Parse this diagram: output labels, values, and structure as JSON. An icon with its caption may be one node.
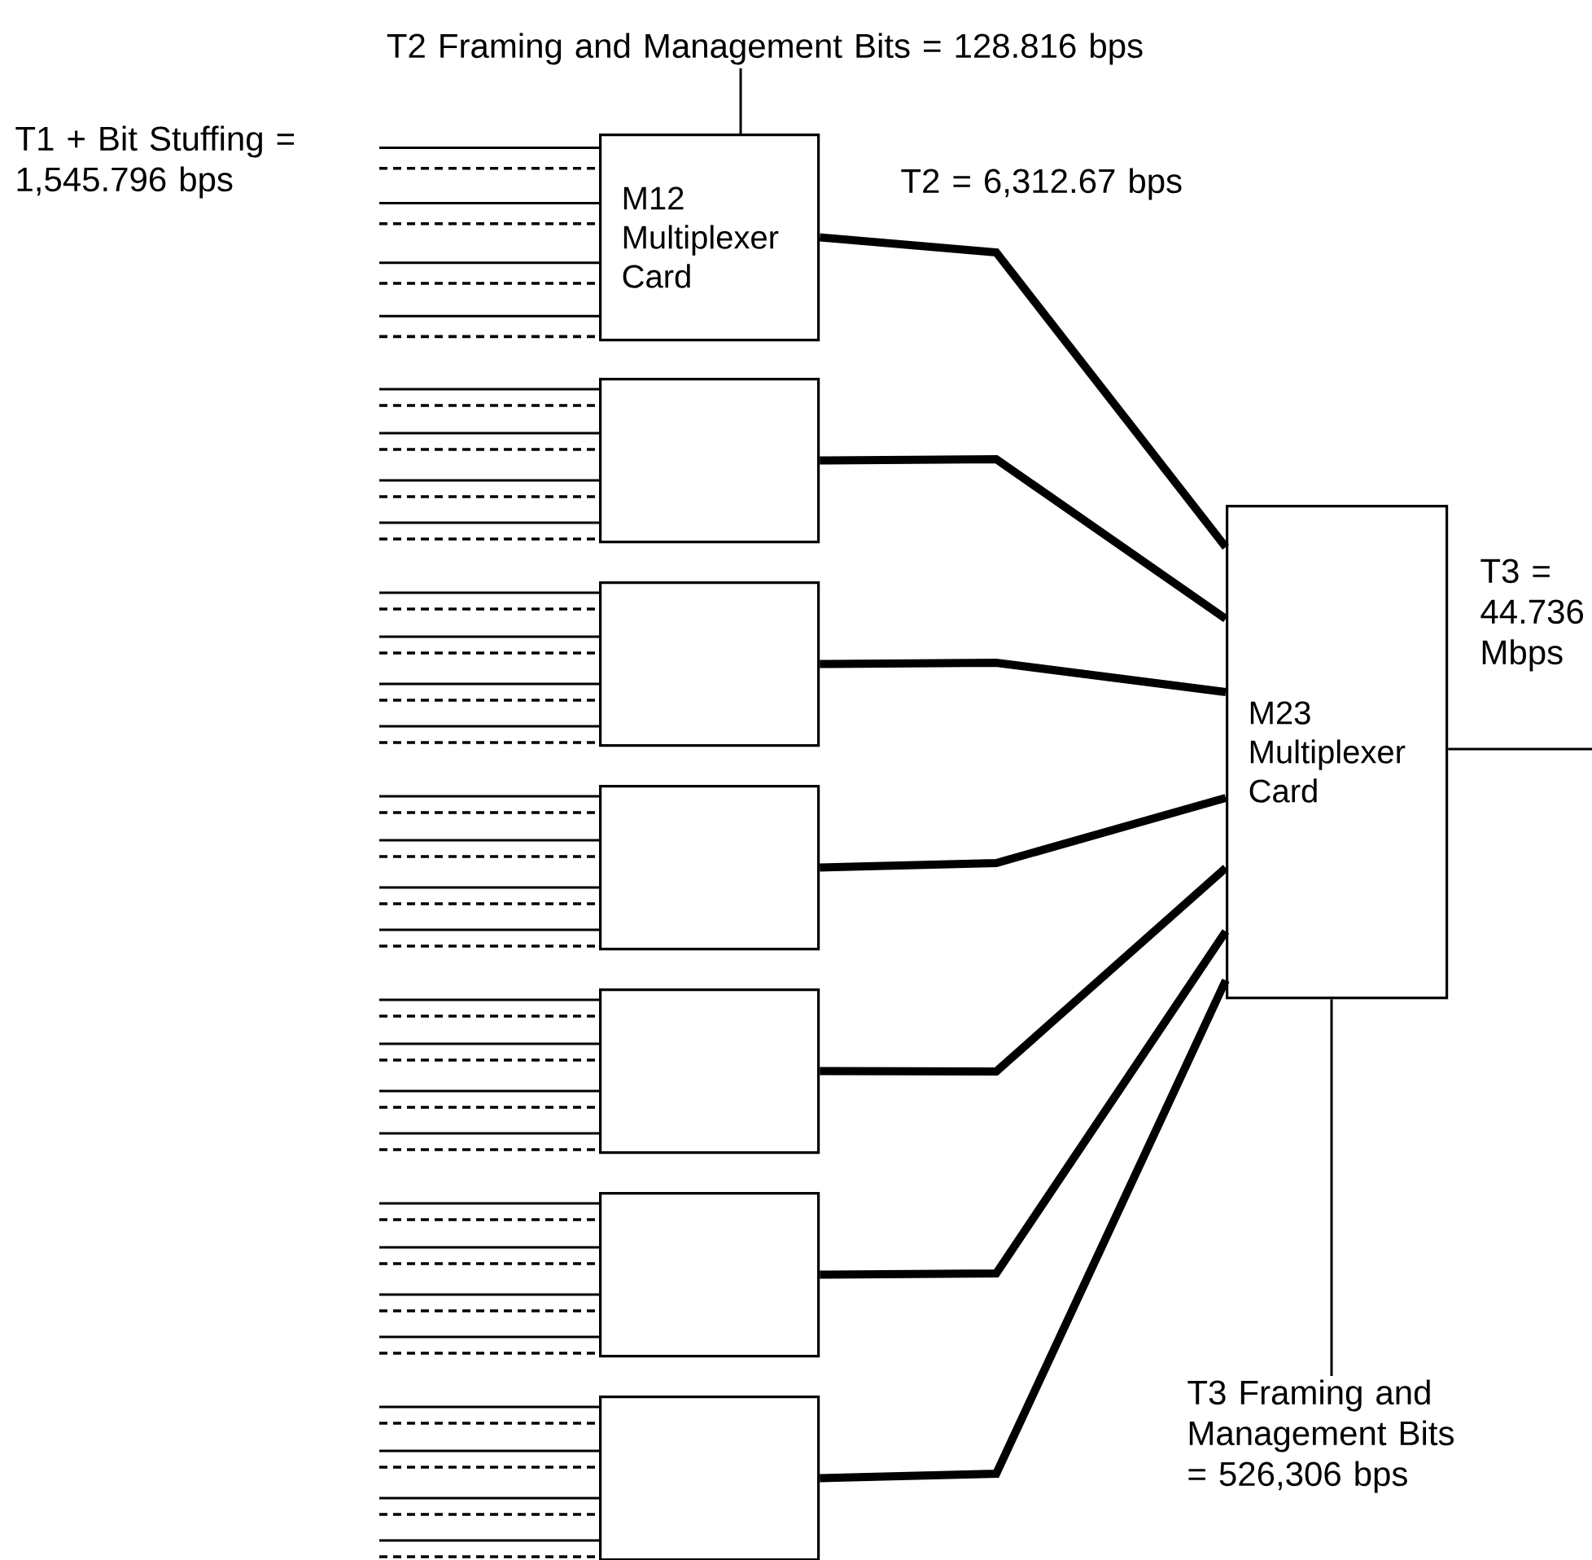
{
  "diagram": {
    "nodes": [
      {
        "text": [
          "M12 Multiplexer Card"
        ]
      },
      {
        "text": [],
        "shape": "box"
      },
      {
        "text": [],
        "shape": "box"
      },
      {
        "text": [],
        "shape": "box"
      },
      {
        "text": [],
        "shape": "box"
      },
      {
        "text": [],
        "shape": "box"
      },
      {
        "text": [],
        "shape": "box"
      },
      {
        "text": [
          "M23 Multiplexer Card"
        ]
      },
      {
        "text": [
          "T2 Framing and Management Bits = 128.816 bps"
        ]
      },
      {
        "text": [
          "T3 Framing and Management Bits = 526,306 bps"
        ]
      }
    ],
    "edges": [
      {
        "from": 0,
        "to": 7,
        "arrow": "none",
        "style": "thick",
        "label": "T2 = 6,312.67 bps"
      },
      {
        "from": 1,
        "to": 7,
        "arrow": "none",
        "style": "thick"
      },
      {
        "from": 2,
        "to": 7,
        "arrow": "none",
        "style": "thick"
      },
      {
        "from": 3,
        "to": 7,
        "arrow": "none",
        "style": "thick"
      },
      {
        "from": 4,
        "to": 7,
        "arrow": "none",
        "style": "thick"
      },
      {
        "from": 5,
        "to": 7,
        "arrow": "none",
        "style": "thick"
      },
      {
        "from": 6,
        "to": 7,
        "arrow": "none",
        "style": "thick"
      },
      {
        "from": 8,
        "to": 0,
        "arrow": "none"
      },
      {
        "from": 7,
        "to": 9,
        "arrow": "none"
      },
      {
        "from": 7,
        "to": null,
        "arrow": "none",
        "label": "T3 = 44.736 Mbps"
      },
      {
        "from": null,
        "to": 0,
        "arrow": "none"
      },
      {
        "from": null,
        "to": 0,
        "arrow": "none",
        "style": "dashed"
      },
      {
        "from": null,
        "to": 0,
        "arrow": "none"
      },
      {
        "from": null,
        "to": 0,
        "arrow": "none",
        "style": "dashed"
      },
      {
        "from": null,
        "to": 0,
        "arrow": "none"
      },
      {
        "from": null,
        "to": 0,
        "arrow": "none",
        "style": "dashed"
      },
      {
        "from": null,
        "to": 0,
        "arrow": "none"
      },
      {
        "from": null,
        "to": 0,
        "arrow": "none",
        "style": "dashed"
      },
      {
        "from": null,
        "to": 1,
        "arrow": "none"
      },
      {
        "from": null,
        "to": 1,
        "arrow": "none",
        "style": "dashed"
      },
      {
        "from": null,
        "to": 1,
        "arrow": "none"
      },
      {
        "from": null,
        "to": 1,
        "arrow": "none",
        "style": "dashed"
      },
      {
        "from": null,
        "to": 1,
        "arrow": "none"
      },
      {
        "from": null,
        "to": 1,
        "arrow": "none",
        "style": "dashed"
      },
      {
        "from": null,
        "to": 1,
        "arrow": "none"
      },
      {
        "from": null,
        "to": 1,
        "arrow": "none",
        "style": "dashed"
      },
      {
        "from": null,
        "to": 2,
        "arrow": "none"
      },
      {
        "from": null,
        "to": 2,
        "arrow": "none",
        "style": "dashed"
      },
      {
        "from": null,
        "to": 2,
        "arrow": "none"
      },
      {
        "from": null,
        "to": 2,
        "arrow": "none",
        "style": "dashed"
      },
      {
        "from": null,
        "to": 2,
        "arrow": "none"
      },
      {
        "from": null,
        "to": 2,
        "arrow": "none",
        "style": "dashed"
      },
      {
        "from": null,
        "to": 2,
        "arrow": "none"
      },
      {
        "from": null,
        "to": 2,
        "arrow": "none",
        "style": "dashed"
      },
      {
        "from": null,
        "to": 3,
        "arrow": "none"
      },
      {
        "from": null,
        "to": 3,
        "arrow": "none",
        "style": "dashed"
      },
      {
        "from": null,
        "to": 3,
        "arrow": "none"
      },
      {
        "from": null,
        "to": 3,
        "arrow": "none",
        "style": "dashed"
      },
      {
        "from": null,
        "to": 3,
        "arrow": "none"
      },
      {
        "from": null,
        "to": 3,
        "arrow": "none",
        "style": "dashed"
      },
      {
        "from": null,
        "to": 3,
        "arrow": "none"
      },
      {
        "from": null,
        "to": 3,
        "arrow": "none",
        "style": "dashed"
      },
      {
        "from": null,
        "to": 4,
        "arrow": "none"
      },
      {
        "from": null,
        "to": 4,
        "arrow": "none",
        "style": "dashed"
      },
      {
        "from": null,
        "to": 4,
        "arrow": "none"
      },
      {
        "from": null,
        "to": 4,
        "arrow": "none",
        "style": "dashed"
      },
      {
        "from": null,
        "to": 4,
        "arrow": "none"
      },
      {
        "from": null,
        "to": 4,
        "arrow": "none",
        "style": "dashed"
      },
      {
        "from": null,
        "to": 4,
        "arrow": "none"
      },
      {
        "from": null,
        "to": 4,
        "arrow": "none",
        "style": "dashed"
      },
      {
        "from": null,
        "to": 5,
        "arrow": "none"
      },
      {
        "from": null,
        "to": 5,
        "arrow": "none",
        "style": "dashed"
      },
      {
        "from": null,
        "to": 5,
        "arrow": "none"
      },
      {
        "from": null,
        "to": 5,
        "arrow": "none",
        "style": "dashed"
      },
      {
        "from": null,
        "to": 5,
        "arrow": "none"
      },
      {
        "from": null,
        "to": 5,
        "arrow": "none",
        "style": "dashed"
      },
      {
        "from": null,
        "to": 5,
        "arrow": "none"
      },
      {
        "from": null,
        "to": 5,
        "arrow": "none",
        "style": "dashed"
      },
      {
        "from": null,
        "to": 6,
        "arrow": "none"
      },
      {
        "from": null,
        "to": 6,
        "arrow": "none",
        "style": "dashed"
      },
      {
        "from": null,
        "to": 6,
        "arrow": "none"
      },
      {
        "from": null,
        "to": 6,
        "arrow": "none",
        "style": "dashed"
      },
      {
        "from": null,
        "to": 6,
        "arrow": "none"
      },
      {
        "from": null,
        "to": 6,
        "arrow": "none",
        "style": "dashed"
      },
      {
        "from": null,
        "to": 6,
        "arrow": "none"
      },
      {
        "from": null,
        "to": 6,
        "arrow": "none",
        "style": "dashed"
      }
    ],
    "labels": [
      "T1 + Bit Stuffing = 1,545.796 bps"
    ]
  }
}
